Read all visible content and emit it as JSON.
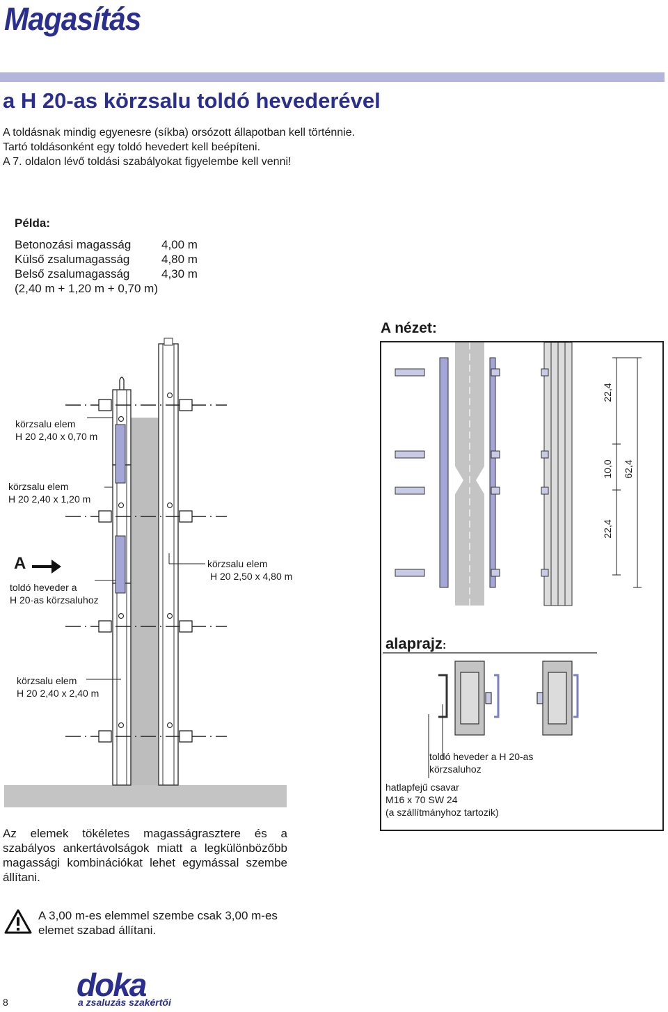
{
  "header": {
    "title": "Magasítás",
    "subtitle": "a H 20-as körzsalu toldó hevederével"
  },
  "intro": [
    "A toldásnak mindig egyenesre (síkba) orsózott állapotban kell történnie.",
    "Tartó toldásonként egy toldó hevedert kell beépíteni.",
    "A 7. oldalon lévő toldási szabályokat figyelembe kell venni!"
  ],
  "example": {
    "heading": "Példa:",
    "rows": [
      {
        "label": "Betonozási magasság",
        "value": "4,00 m"
      },
      {
        "label": "Külső zsalumagasság",
        "value": "4,80 m"
      },
      {
        "label": "Belső zsalumagasság",
        "value": "4,30 m"
      }
    ],
    "sum": "(2,40 m + 1,20 m + 0,70 m)"
  },
  "elevation": {
    "labels": {
      "elem1_title": "körzsalu elem",
      "elem1_size": "H 20 2,40 x 0,70 m",
      "elem2_title": "körzsalu elem",
      "elem2_size": "H 20 2,40 x 1,20 m",
      "view_marker": "A",
      "joint_title": "toldó heveder a",
      "joint_sub": "H 20-as körzsaluhoz",
      "outer_title": "körzsalu elem",
      "outer_size": "H 20 2,50 x 4,80 m",
      "elem3_title": "körzsalu elem",
      "elem3_size": "H 20 2,40 x 2,40 m"
    }
  },
  "view_a": {
    "title": "A nézet:",
    "dimensions": [
      "22,4",
      "10,0",
      "22,4",
      "62,4"
    ]
  },
  "plan": {
    "title": "alaprajz",
    "title_suffix": ":",
    "label_joint_1": "toldó heveder a H 20-as",
    "label_joint_2": "körzsaluhoz",
    "label_bolt_1": "hatlapfejű csavar",
    "label_bolt_2": "M16 x 70 SW 24",
    "label_bolt_3": "(a szállítmányhoz tartozik)"
  },
  "bottom_text": "Az elemek tökéletes magasságrasztere és a szabályos ankertávolságok miatt a legkülönbözőbb magassági kombinációkat lehet egymással szembe állítani.",
  "warning_text": "A 3,00 m-es elemmel szembe csak 3,00 m-es elemet szabad állítani.",
  "footer": {
    "page_number": "8",
    "logo": "doka",
    "tagline": "a zsaluzás szakértői"
  },
  "colors": {
    "brand": "#2a2f8f",
    "rule": "#b3b6da",
    "strap": "#a3a6d6",
    "concrete": "#bdbdbd"
  }
}
